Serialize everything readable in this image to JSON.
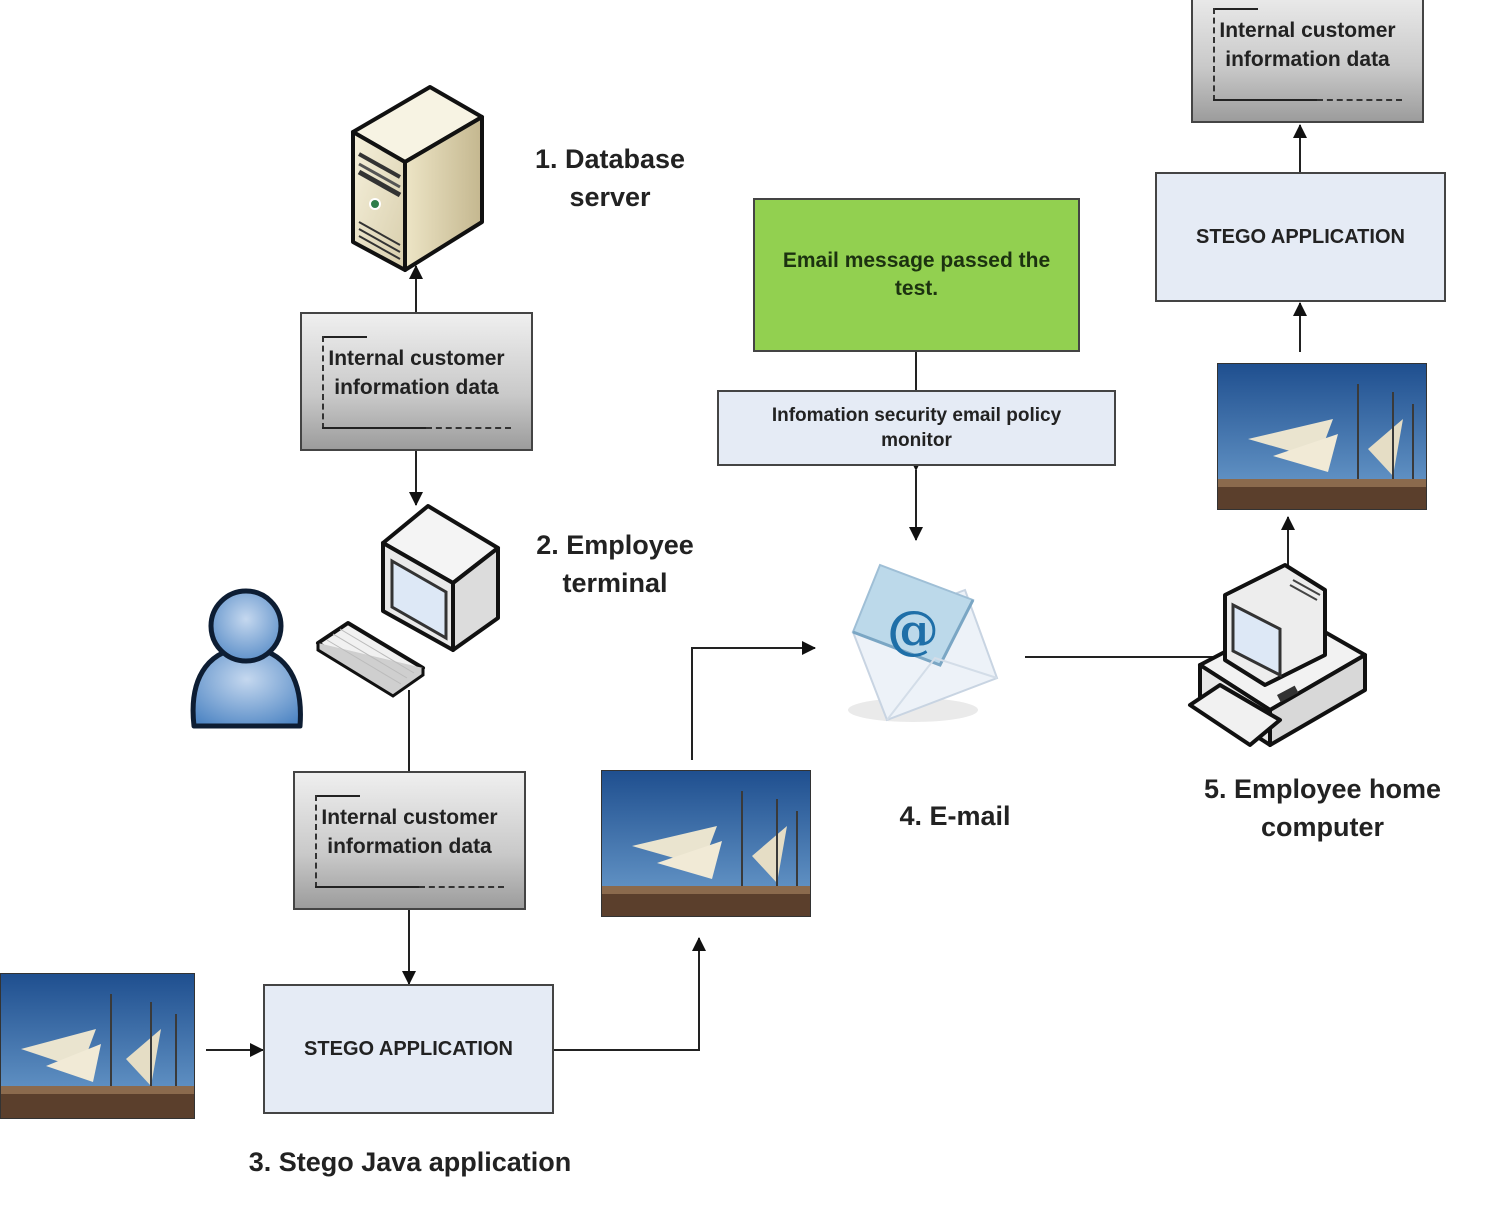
{
  "diagram": {
    "labels": {
      "database_server": "1. Database\nserver",
      "employee_terminal": "2. Employee\nterminal",
      "stego_java_app": "3. Stego Java application",
      "email": "4. E-mail",
      "employee_home_computer": "5. Employee home\ncomputer"
    },
    "data_boxes": {
      "top": "Internal customer\ninformation data",
      "middle": "Internal customer\ninformation data",
      "right": "Internal customer\ninformation data"
    },
    "stego_app_boxes": {
      "left": "STEGO APPLICATION",
      "right": "STEGO APPLICATION"
    },
    "policy_monitor": "Infomation security email policy\nmonitor",
    "result_box": "Email message passed the\ntest.",
    "icons": {
      "server": "database-server-icon",
      "terminal": "desktop-computer-icon",
      "user": "user-icon",
      "email": "email-envelope-icon",
      "home_computer": "home-computer-icon",
      "photo": "ship-photo"
    },
    "colors": {
      "result_box": "#92d050",
      "app_box": "#e5ebf5",
      "arrow": "#111111",
      "user": "#5b8ec9"
    }
  }
}
